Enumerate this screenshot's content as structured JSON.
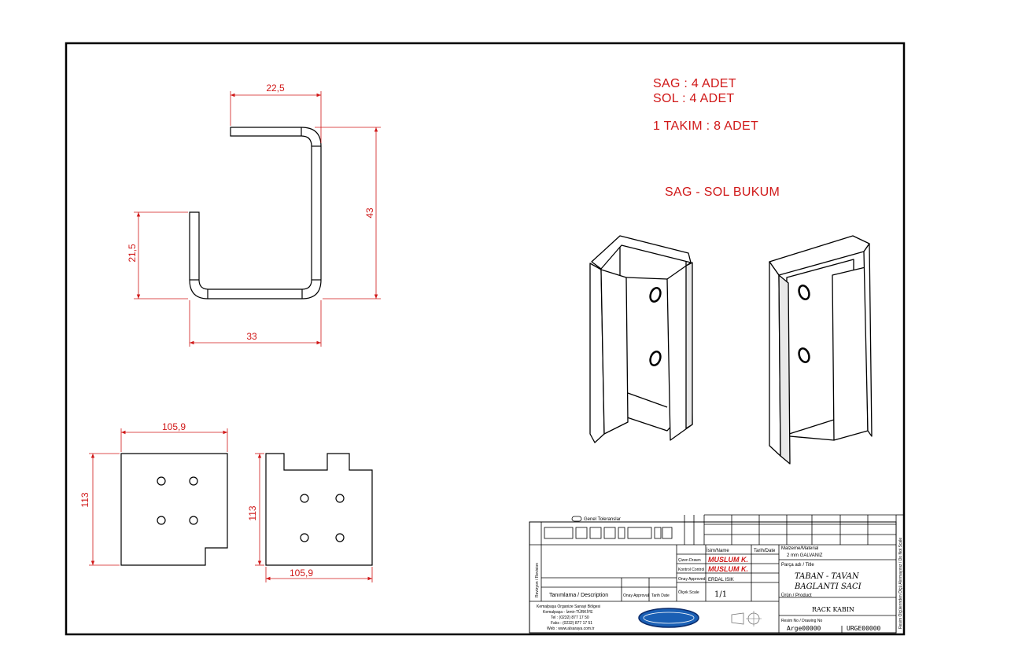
{
  "notes": {
    "line1": "SAG : 4 ADET",
    "line2": "SOL : 4 ADET",
    "line3": "1 TAKIM  : 8 ADET",
    "line4": "SAG - SOL BUKUM"
  },
  "dimensions": {
    "profile_top_width": "22,5",
    "profile_height": "43",
    "profile_left_height": "21,5",
    "profile_bottom_width": "33",
    "flat_a_width": "105,9",
    "flat_a_height": "113",
    "flat_b_width": "105,9",
    "flat_b_height": "113"
  },
  "title_block": {
    "general_tolerances": "Genel Toleranslar",
    "name_label": "İsim/Name",
    "date_label": "Tarih/Date",
    "drawn_label": "Çizen Drawn",
    "checked_label": "Kontrol Control",
    "approved_label": "Onay Approved",
    "scale_label": "Ölçek Scale",
    "drawn_by": "MUSLUM K.",
    "checked_by": "MUSLUM K.",
    "approved_by": "ERDAL ISIK",
    "scale": "1/1",
    "material_label": "Malzeme/Material",
    "material": "2 mm GALVANIZ",
    "part_name_label": "Parça adı / Title",
    "part_name_line1": "TABAN - TAVAN",
    "part_name_line2": "BAGLANTI SACI",
    "product_label": "Ürün / Product",
    "product": "RACK KABIN",
    "drawing_no_label": "Resim No / Drawing No",
    "drawing_no_1": "Arge00000",
    "drawing_no_2": "URGE00000",
    "revisions_label": "Revizyon / Revision",
    "description_label": "Tanımlama / Description",
    "approval_label": "Onay Approval",
    "date_label_2": "Tarih Date",
    "side_label": "Resim Ölçülerinden Ölçü Alınmayınız / Do Not Scale",
    "company_addr_1": "Kemalpaşa Organize Sanayi Bölgesi",
    "company_addr_2": "Kemalpaşa - İzmir-TÜRKİYE",
    "company_tel": "Tel : (0232) 877 17 50",
    "company_fax": "Faks : (0232) 877 17 51",
    "company_web": "Web : www.alsaraya.com.tr"
  },
  "colors": {
    "ink": "#000000",
    "annotation": "#d01818"
  }
}
